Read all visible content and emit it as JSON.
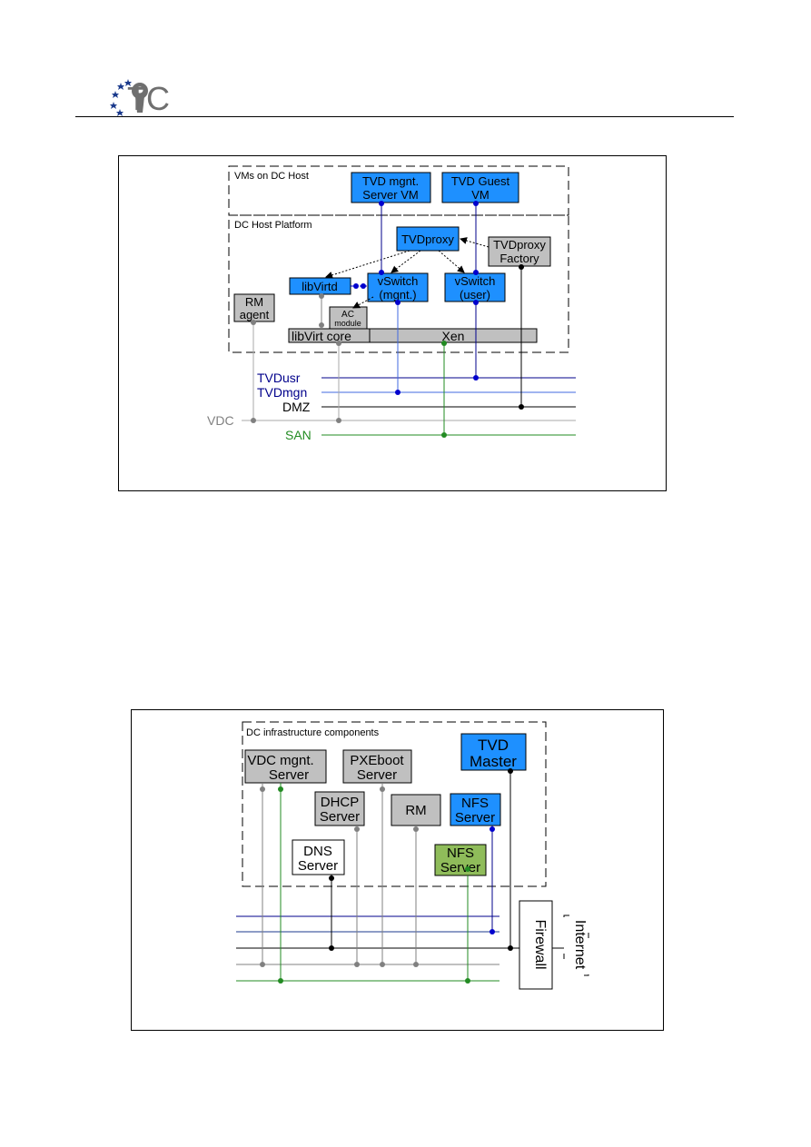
{
  "header": {
    "logo_text": "TC",
    "logo_icon": "keyhole-stars-icon"
  },
  "colors": {
    "blue_box": "#1e90ff",
    "gray_box": "#c0c0c0",
    "green_box": "#8fbc5a",
    "net_usr": "#00008b",
    "net_mgn": "#4169e1",
    "net_dmz": "#000000",
    "net_vdc": "#a9a9a9",
    "net_san": "#228b22"
  },
  "fig1": {
    "region_vms": "VMs on DC Host",
    "region_platform": "DC Host Platform",
    "tvd_mgnt_vm": [
      "TVD mgnt.",
      "Server VM"
    ],
    "tvd_guest_vm": [
      "TVD Guest",
      "VM"
    ],
    "tvdproxy": "TVDproxy",
    "tvdproxy_factory": [
      "TVDproxy",
      "Factory"
    ],
    "libvirtd": "libVirtd",
    "vswitch_mgnt": [
      "vSwitch",
      "(mgnt.)"
    ],
    "vswitch_user": [
      "vSwitch",
      "(user)"
    ],
    "rm_agent": [
      "RM",
      "agent"
    ],
    "ac_module": [
      "AC",
      "module"
    ],
    "libvirt_core": "libVirt core",
    "xen": "Xen",
    "net_tvdusr": "TVDusr",
    "net_tvdmgn": "TVDmgn",
    "net_dmz": "DMZ",
    "net_vdc": "VDC",
    "net_san": "SAN"
  },
  "fig2": {
    "region": "DC infrastructure components",
    "vdc_mgnt": [
      "VDC mgnt.",
      "Server"
    ],
    "pxeboot": [
      "PXEboot",
      "Server"
    ],
    "tvd_master": [
      "TVD",
      "Master"
    ],
    "dhcp": [
      "DHCP",
      "Server"
    ],
    "rm": "RM",
    "nfs_blue": [
      "NFS",
      "Server"
    ],
    "dns": [
      "DNS",
      "Server"
    ],
    "nfs_green": [
      "NFS",
      "Server"
    ],
    "firewall": "Firewall",
    "internet": "Internet"
  }
}
